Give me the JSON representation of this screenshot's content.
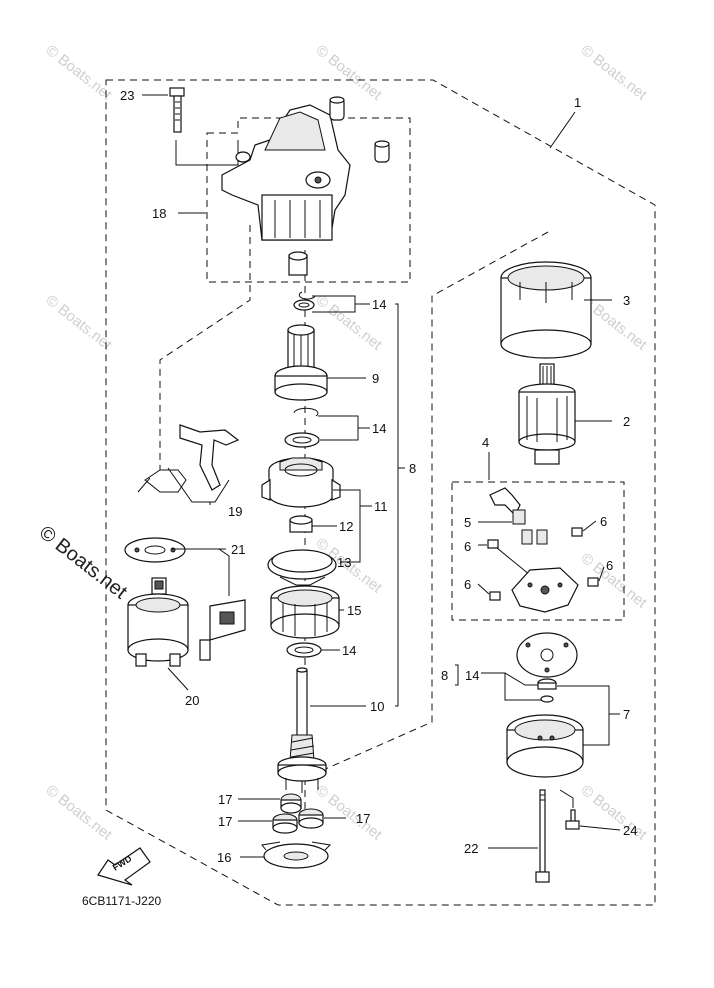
{
  "diagram": {
    "code": "6CB1171-J220",
    "watermark": "© Boats.net",
    "fwd": "FWD",
    "callouts": [
      {
        "id": "c1",
        "text": "1"
      },
      {
        "id": "c2",
        "text": "2"
      },
      {
        "id": "c3",
        "text": "3"
      },
      {
        "id": "c4",
        "text": "4"
      },
      {
        "id": "c5",
        "text": "5"
      },
      {
        "id": "c6a",
        "text": "6"
      },
      {
        "id": "c6b",
        "text": "6"
      },
      {
        "id": "c6c",
        "text": "6"
      },
      {
        "id": "c6d",
        "text": "6"
      },
      {
        "id": "c7",
        "text": "7"
      },
      {
        "id": "c8a",
        "text": "8"
      },
      {
        "id": "c8b",
        "text": "8"
      },
      {
        "id": "c9",
        "text": "9"
      },
      {
        "id": "c10",
        "text": "10"
      },
      {
        "id": "c11",
        "text": "11"
      },
      {
        "id": "c12",
        "text": "12"
      },
      {
        "id": "c13",
        "text": "13"
      },
      {
        "id": "c14a",
        "text": "14"
      },
      {
        "id": "c14b",
        "text": "14"
      },
      {
        "id": "c14c",
        "text": "14"
      },
      {
        "id": "c14d",
        "text": "14"
      },
      {
        "id": "c15",
        "text": "15"
      },
      {
        "id": "c16",
        "text": "16"
      },
      {
        "id": "c17a",
        "text": "17"
      },
      {
        "id": "c17b",
        "text": "17"
      },
      {
        "id": "c17c",
        "text": "17"
      },
      {
        "id": "c18",
        "text": "18"
      },
      {
        "id": "c19",
        "text": "19"
      },
      {
        "id": "c20",
        "text": "20"
      },
      {
        "id": "c21",
        "text": "21"
      },
      {
        "id": "c22",
        "text": "22"
      },
      {
        "id": "c23",
        "text": "23"
      },
      {
        "id": "c24",
        "text": "24"
      }
    ]
  }
}
